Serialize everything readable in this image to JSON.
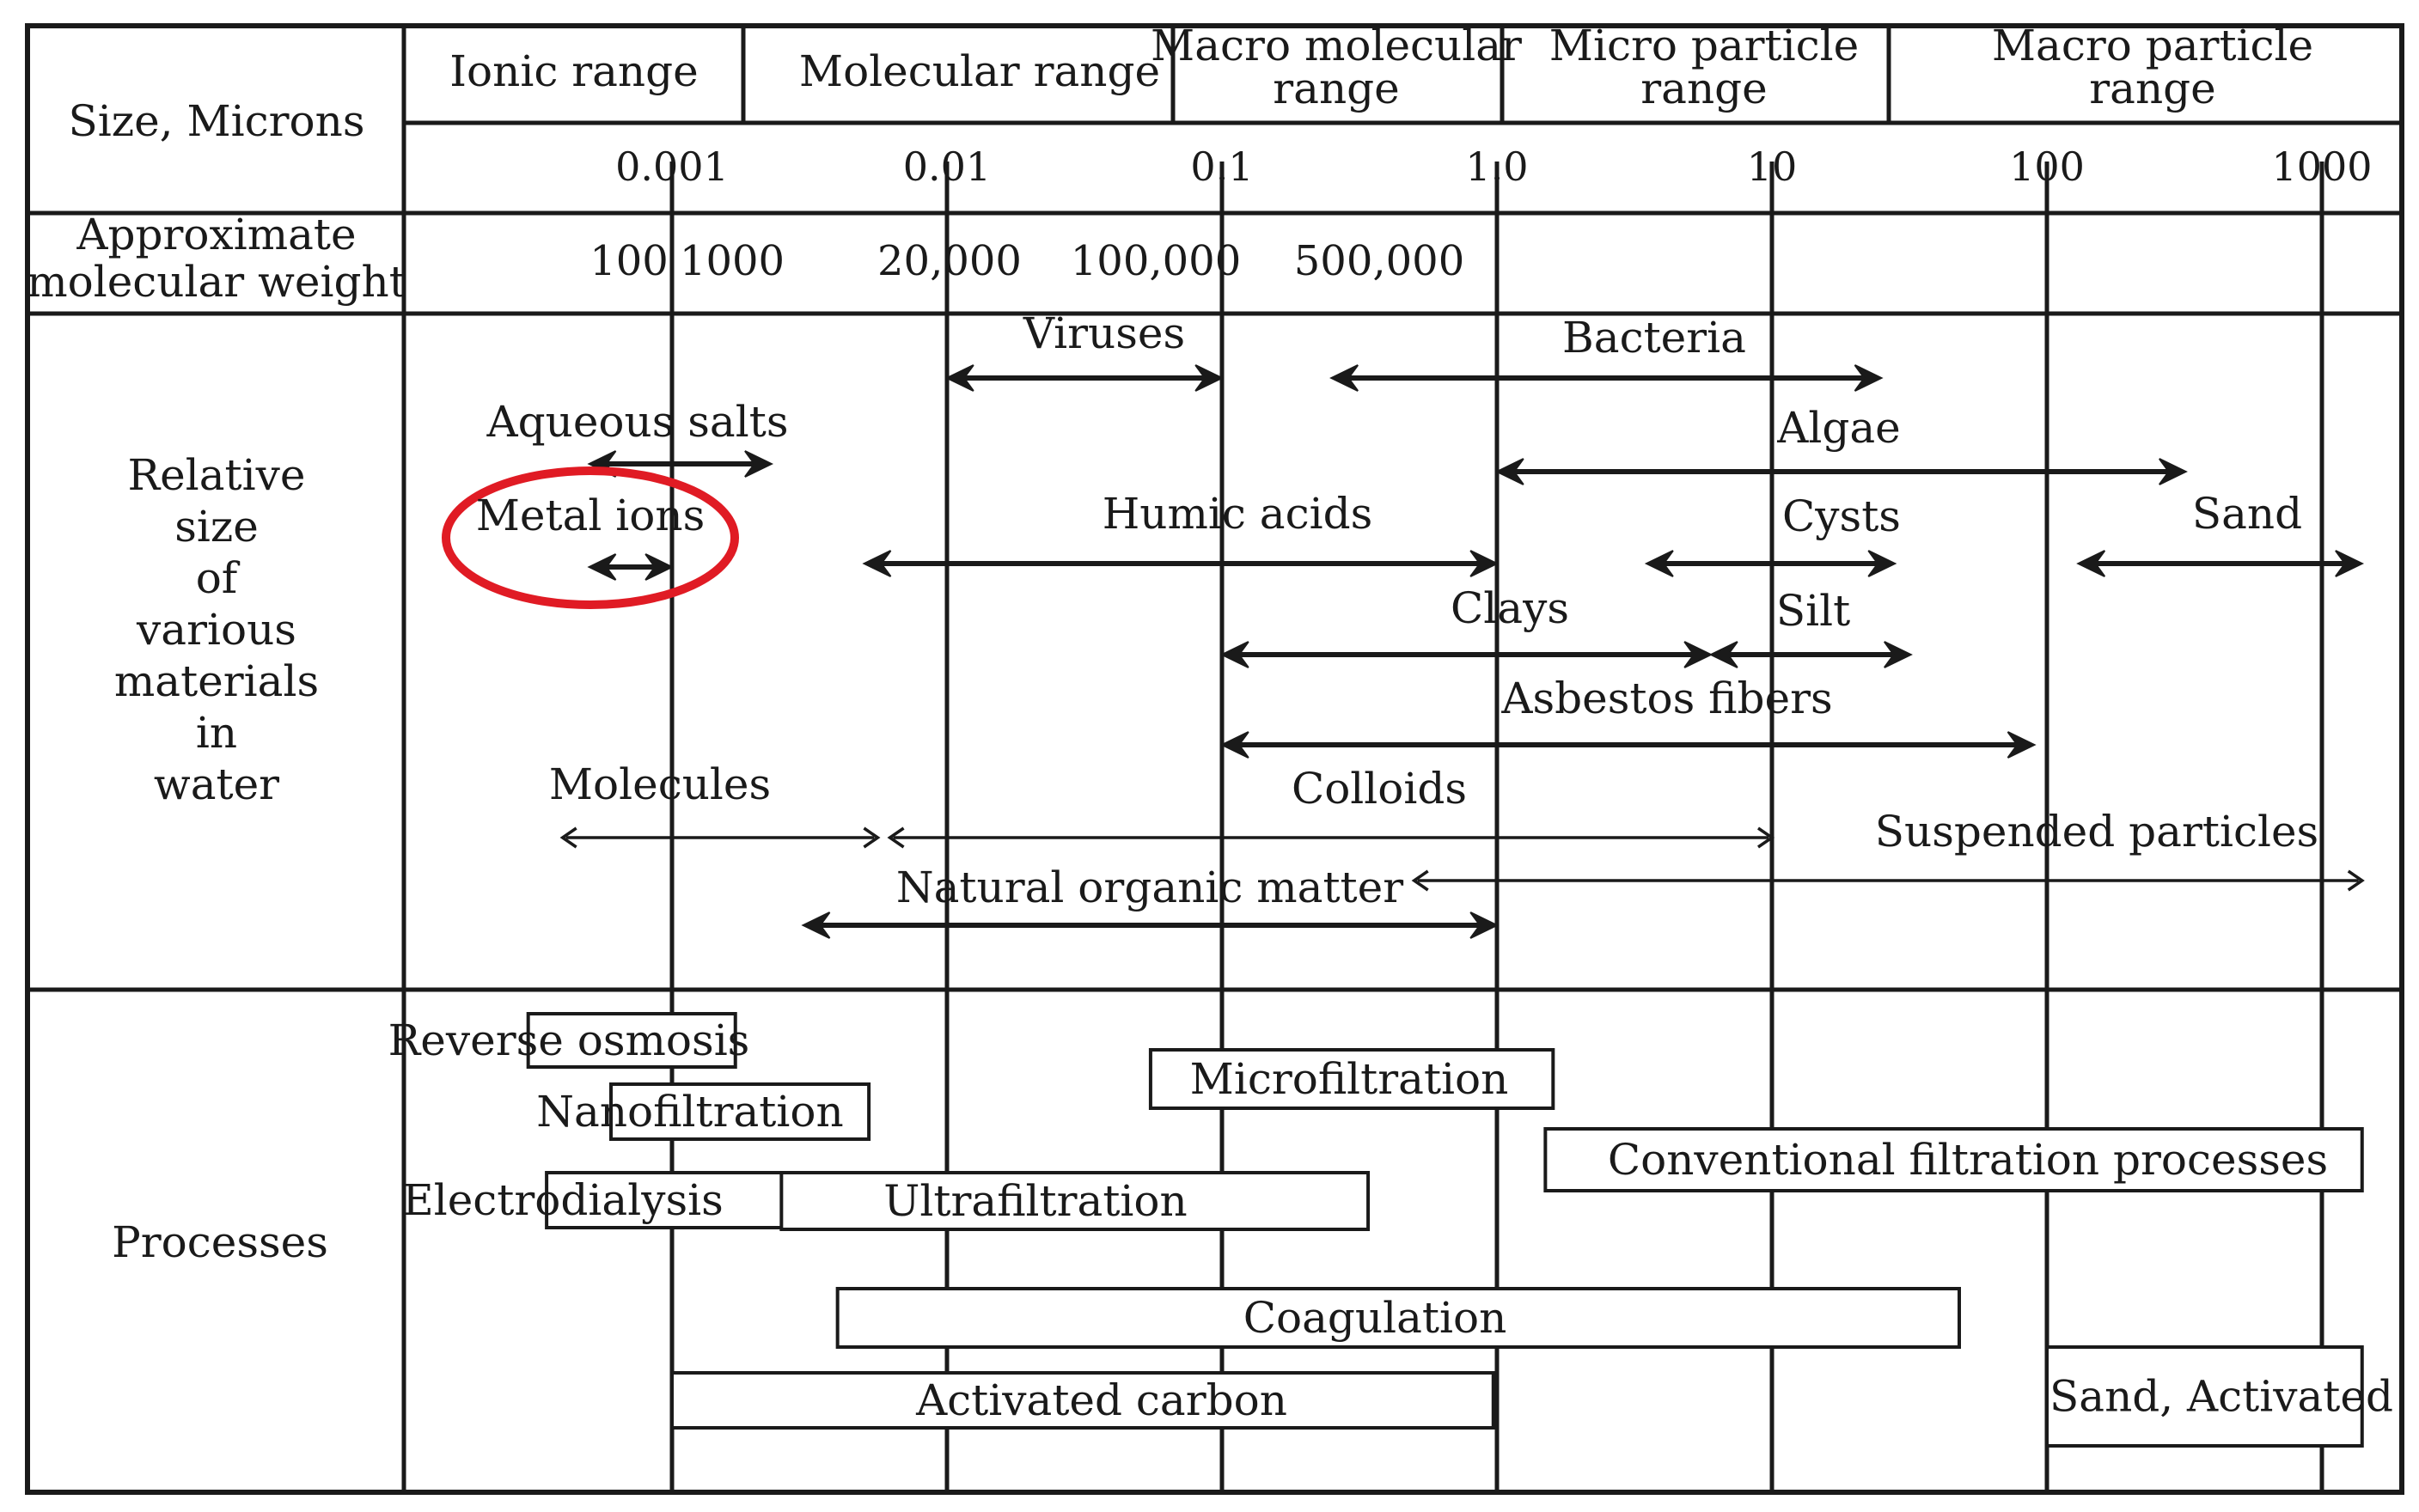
{
  "header": {
    "size_label": "Size, Microns",
    "ranges": [
      "Ionic range",
      "Molecular range",
      "Macro molecular|range",
      "Micro particle|range",
      "Macro particle|range"
    ],
    "ticks": [
      "0.001",
      "0.01",
      "0.1",
      "1.0",
      "10",
      "100",
      "1000"
    ]
  },
  "molecular_weight": {
    "label": "Approximate|molecular weight",
    "values": [
      "100",
      "1000",
      "20,000",
      "100,000",
      "500,000"
    ]
  },
  "materials": {
    "label": "Relative|size|of|various|materials|in|water",
    "items": [
      {
        "name": "viruses",
        "label": "Viruses",
        "from": 0.01,
        "to": 0.1,
        "style": "bold"
      },
      {
        "name": "bacteria",
        "label": "Bacteria",
        "from": 0.25,
        "to": 25,
        "style": "bold"
      },
      {
        "name": "aqueous-salts",
        "label": "Aqueous salts",
        "from": 0.0005,
        "to": 0.0023,
        "style": "bold"
      },
      {
        "name": "algae",
        "label": "Algae",
        "from": 1.0,
        "to": 320,
        "style": "bold"
      },
      {
        "name": "metal-ions",
        "label": "Metal ions",
        "from": 0.0005,
        "to": 0.001,
        "style": "bold",
        "highlighted": true
      },
      {
        "name": "humic-acids",
        "label": "Humic acids",
        "from": 0.005,
        "to": 1.0,
        "style": "bold"
      },
      {
        "name": "cysts",
        "label": "Cysts",
        "from": 3.5,
        "to": 28,
        "style": "bold"
      },
      {
        "name": "sand",
        "label": "Sand",
        "from": 130,
        "to": 1400,
        "style": "bold"
      },
      {
        "name": "clays",
        "label": "Clays",
        "from": 0.1,
        "to": 6,
        "style": "bold"
      },
      {
        "name": "silt",
        "label": "Silt",
        "from": 6,
        "to": 32,
        "style": "bold"
      },
      {
        "name": "asbestos-fibers",
        "label": "Asbestos fibers",
        "from": 0.1,
        "to": 90,
        "style": "bold"
      },
      {
        "name": "molecules",
        "label": "Molecules",
        "from": 0.0004,
        "to": 0.0056,
        "style": "thin"
      },
      {
        "name": "colloids",
        "label": "Colloids",
        "from": 0.0062,
        "to": 10,
        "style": "thin"
      },
      {
        "name": "suspended-particles",
        "label": "Suspended particles",
        "from": 0.5,
        "to": 1400,
        "style": "thin"
      },
      {
        "name": "natural-organic-matter",
        "label": "Natural organic matter",
        "from": 0.003,
        "to": 1.0,
        "style": "bold"
      }
    ]
  },
  "processes": {
    "label": "Processes",
    "items": [
      {
        "name": "reverse-osmosis",
        "label": "Reverse osmosis",
        "from": 0.0003,
        "to": 0.0017
      },
      {
        "name": "nanofiltration",
        "label": "Nanofiltration",
        "from": 0.0006,
        "to": 0.0052
      },
      {
        "name": "electrodialysis",
        "label": "Electrodialysis",
        "from": 0.00035,
        "to": 0.0035
      },
      {
        "name": "microfiltration",
        "label": "Microfiltration",
        "from": 0.055,
        "to": 1.6
      },
      {
        "name": "conventional-filtration-processes",
        "label": "Conventional filtration processes",
        "from": 1.5,
        "to": 1400
      },
      {
        "name": "ultrafiltration",
        "label": "Ultrafiltration",
        "from": 0.0025,
        "to": 0.34
      },
      {
        "name": "coagulation",
        "label": "Coagulation",
        "from": 0.004,
        "to": 48
      },
      {
        "name": "activated-carbon",
        "label": "Activated carbon",
        "from": 0.001,
        "to": 0.97
      },
      {
        "name": "sand-activated",
        "label": "Sand, Activated",
        "from": 100,
        "to": 1400
      }
    ]
  },
  "colors": {
    "ink": "#1a1a1a",
    "highlight": "#e01b24",
    "background": "#ffffff"
  }
}
